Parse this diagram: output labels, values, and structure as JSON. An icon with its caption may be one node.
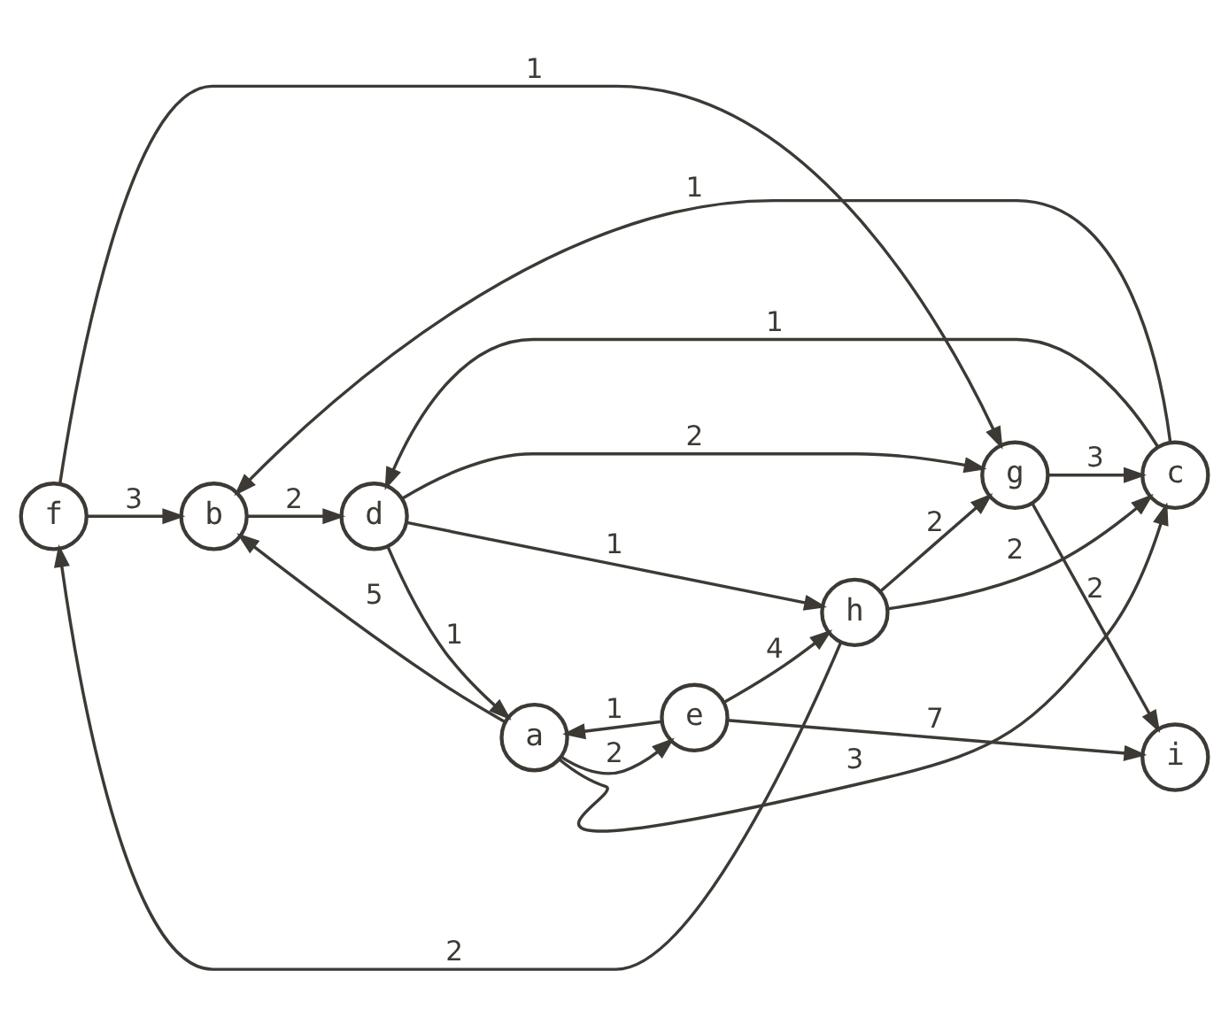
{
  "diagram": {
    "nodes": [
      {
        "text": [
          "f"
        ]
      },
      {
        "text": [
          "b"
        ]
      },
      {
        "text": [
          "c"
        ]
      },
      {
        "text": [
          "g"
        ]
      },
      {
        "text": [
          "a"
        ]
      },
      {
        "text": [
          "i"
        ]
      },
      {
        "text": [
          "d"
        ]
      },
      {
        "text": [
          "h"
        ]
      },
      {
        "text": [
          "e"
        ]
      }
    ],
    "edges": [
      {
        "from": 0,
        "to": 1,
        "arrow": "to",
        "label": "3"
      },
      {
        "from": 0,
        "to": 3,
        "arrow": "to",
        "label": "1"
      },
      {
        "from": 4,
        "to": 1,
        "arrow": "to",
        "label": "5"
      },
      {
        "from": 1,
        "to": 6,
        "arrow": "to",
        "label": "2"
      },
      {
        "from": 2,
        "to": 1,
        "arrow": "to",
        "label": "1"
      },
      {
        "from": 4,
        "to": 2,
        "arrow": "to",
        "label": "3"
      },
      {
        "from": 3,
        "to": 2,
        "arrow": "to",
        "label": "3"
      },
      {
        "from": 3,
        "to": 5,
        "arrow": "to",
        "label": "2"
      },
      {
        "from": 2,
        "to": 6,
        "arrow": "to",
        "label": "1"
      },
      {
        "from": 6,
        "to": 4,
        "arrow": "to",
        "label": "1"
      },
      {
        "from": 7,
        "to": 2,
        "arrow": "to",
        "label": "2"
      },
      {
        "from": 6,
        "to": 3,
        "arrow": "to",
        "label": "2"
      },
      {
        "from": 7,
        "to": 0,
        "arrow": "to",
        "label": "2"
      },
      {
        "from": 7,
        "to": 3,
        "arrow": "to",
        "label": "2"
      },
      {
        "from": 6,
        "to": 7,
        "arrow": "to",
        "label": "1"
      },
      {
        "from": 8,
        "to": 4,
        "arrow": "to",
        "label": "1"
      },
      {
        "from": 4,
        "to": 8,
        "arrow": "to",
        "label": "2"
      },
      {
        "from": 8,
        "to": 7,
        "arrow": "to",
        "label": "4"
      },
      {
        "from": 8,
        "to": 5,
        "arrow": "to",
        "label": "7"
      }
    ]
  }
}
